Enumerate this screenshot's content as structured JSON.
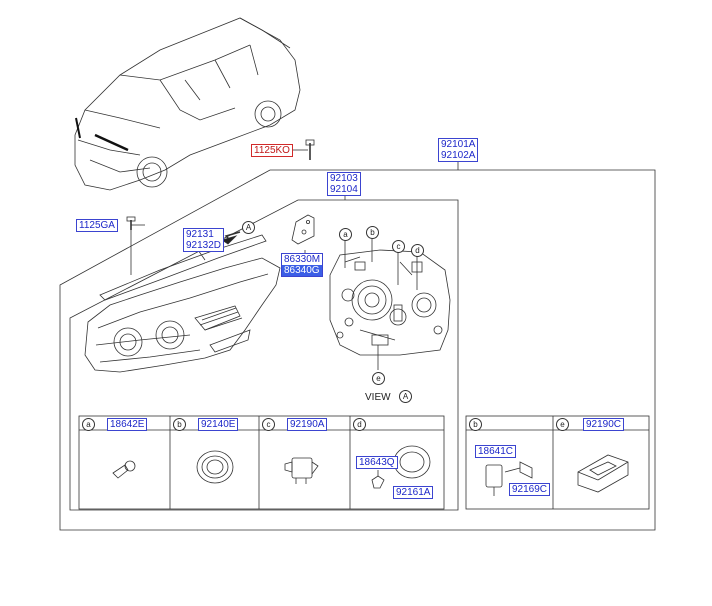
{
  "labels": {
    "p1125ko": "1125KO",
    "p92101a": "92101A",
    "p92102a": "92102A",
    "p92103": "92103",
    "p92104": "92104",
    "p1125ga": "1125GA",
    "p92131": "92131",
    "p92132d": "92132D",
    "p86330m": "86330M",
    "p86340g": "86340G",
    "p18642e": "18642E",
    "p92140e": "92140E",
    "p92190a": "92190A",
    "p18643q": "18643Q",
    "p92161a": "92161A",
    "p18641c": "18641C",
    "p92169c": "92169C",
    "p92190c": "92190C"
  },
  "callouts": {
    "a": "a",
    "b": "b",
    "c": "c",
    "d": "d",
    "e": "e",
    "view_a": "A",
    "view_title": "VIEW"
  },
  "cells": {
    "a": "a",
    "b": "b",
    "c": "c",
    "d": "d",
    "b2": "b",
    "e": "e"
  },
  "colors": {
    "part_number": "#1d27c9",
    "fastener_number": "#c01818",
    "selected_fill": "#3b5ee6"
  }
}
